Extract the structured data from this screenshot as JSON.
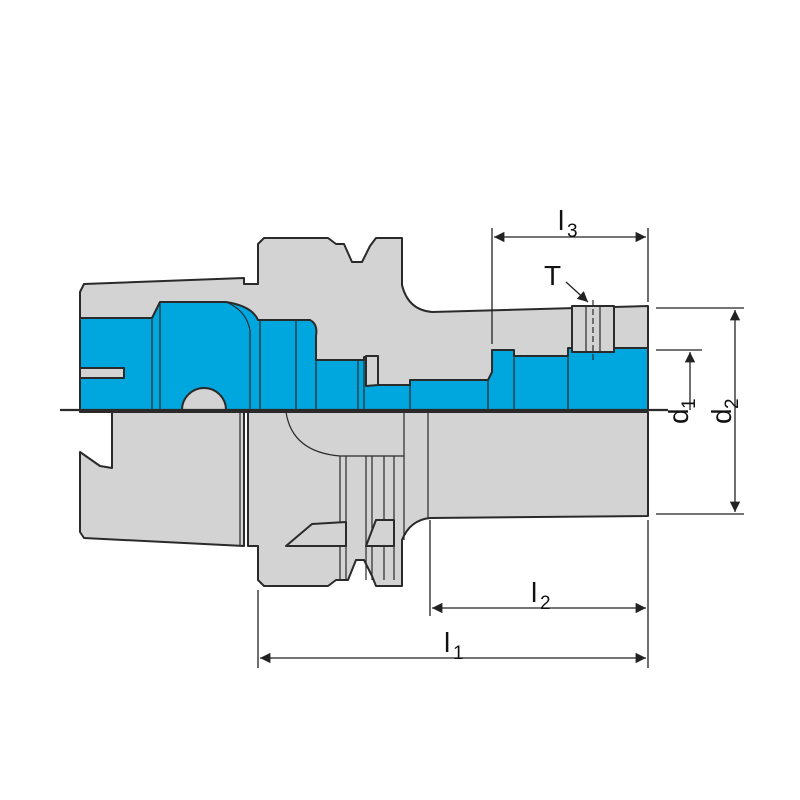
{
  "colors": {
    "body": "#d3d3d3",
    "section": "#00a7df",
    "line": "#2a2a2a",
    "background": "#ffffff"
  },
  "labels": {
    "l1": {
      "main": "l",
      "sub": "1"
    },
    "l2": {
      "main": "l",
      "sub": "2"
    },
    "l3": {
      "main": "l",
      "sub": "3"
    },
    "d1": {
      "main": "d",
      "sub": "1"
    },
    "d2": {
      "main": "d",
      "sub": "2"
    },
    "t": "T"
  }
}
